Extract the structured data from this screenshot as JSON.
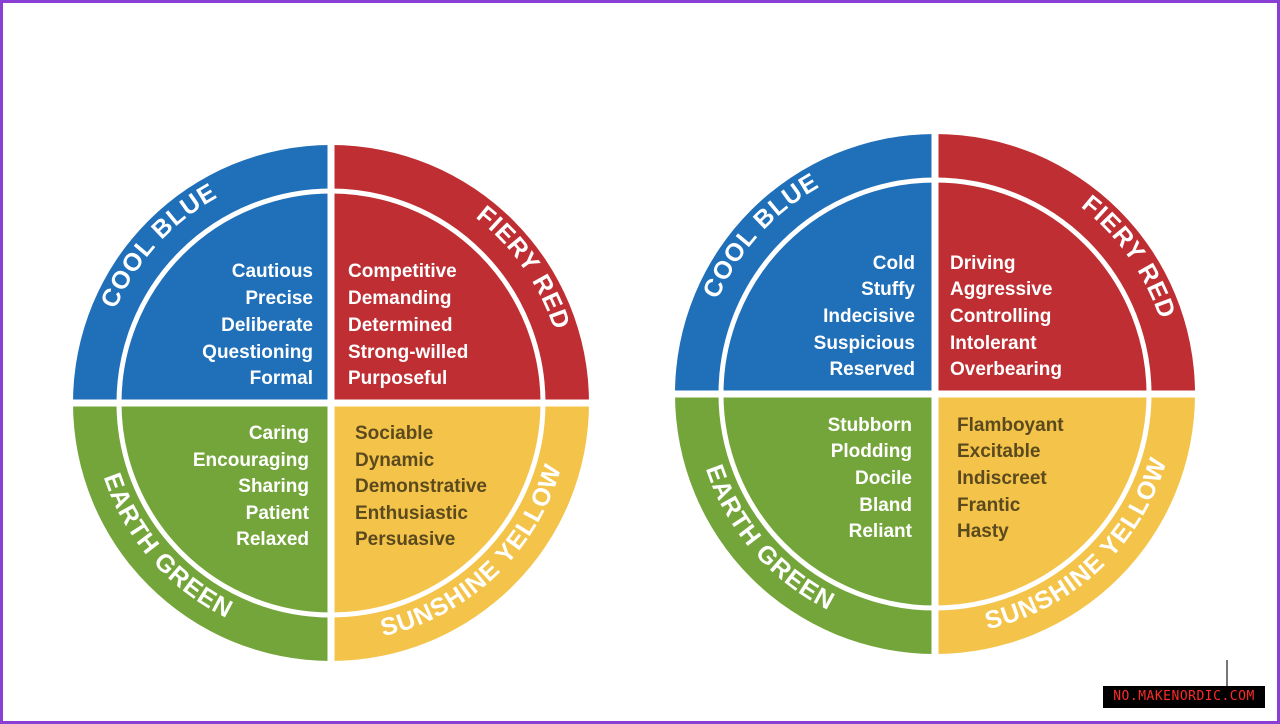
{
  "colors": {
    "blue": "#1f6fb9",
    "red": "#be2e32",
    "green": "#74a53a",
    "yellow": "#f4c34a",
    "frame": "#8a3fd4"
  },
  "wheels": [
    {
      "quadrants": {
        "blue": {
          "label": "COOL BLUE",
          "traits": [
            "Cautious",
            "Precise",
            "Deliberate",
            "Questioning",
            "Formal"
          ]
        },
        "red": {
          "label": "FIERY RED",
          "traits": [
            "Competitive",
            "Demanding",
            "Determined",
            "Strong-willed",
            "Purposeful"
          ]
        },
        "green": {
          "label": "EARTH GREEN",
          "traits": [
            "Caring",
            "Encouraging",
            "Sharing",
            "Patient",
            "Relaxed"
          ]
        },
        "yellow": {
          "label": "SUNSHINE YELLOW",
          "traits": [
            "Sociable",
            "Dynamic",
            "Demonstrative",
            "Enthusiastic",
            "Persuasive"
          ]
        }
      }
    },
    {
      "quadrants": {
        "blue": {
          "label": "COOL BLUE",
          "traits": [
            "Cold",
            "Stuffy",
            "Indecisive",
            "Suspicious",
            "Reserved"
          ]
        },
        "red": {
          "label": "FIERY RED",
          "traits": [
            "Driving",
            "Aggressive",
            "Controlling",
            "Intolerant",
            "Overbearing"
          ]
        },
        "green": {
          "label": "EARTH GREEN",
          "traits": [
            "Stubborn",
            "Plodding",
            "Docile",
            "Bland",
            "Reliant"
          ]
        },
        "yellow": {
          "label": "SUNSHINE YELLOW",
          "traits": [
            "Flamboyant",
            "Excitable",
            "Indiscreet",
            "Frantic",
            "Hasty"
          ]
        }
      }
    }
  ],
  "watermark": "NO.MAKENORDIC.COM"
}
